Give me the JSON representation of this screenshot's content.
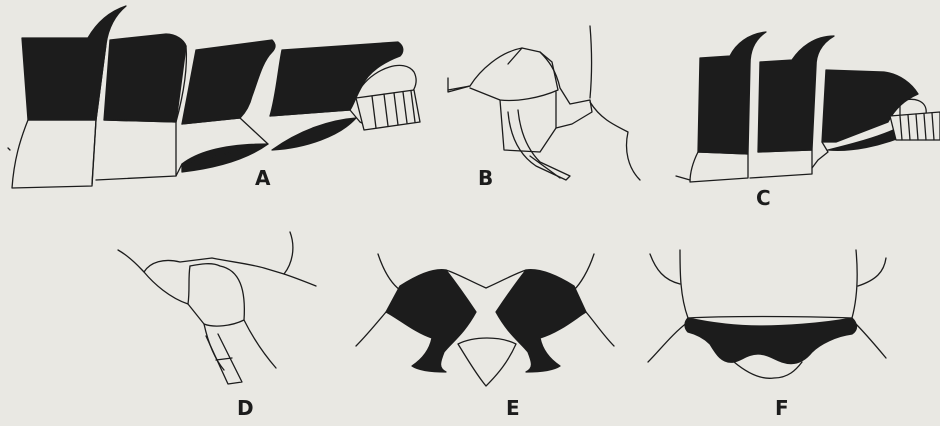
{
  "figure": {
    "panels": [
      {
        "id": "A",
        "label": "A"
      },
      {
        "id": "B",
        "label": "B"
      },
      {
        "id": "C",
        "label": "C"
      },
      {
        "id": "D",
        "label": "D"
      },
      {
        "id": "E",
        "label": "E"
      },
      {
        "id": "F",
        "label": "F"
      }
    ]
  },
  "colors": {
    "paper": "#e9e8e3",
    "ink": "#1c1c1c"
  }
}
